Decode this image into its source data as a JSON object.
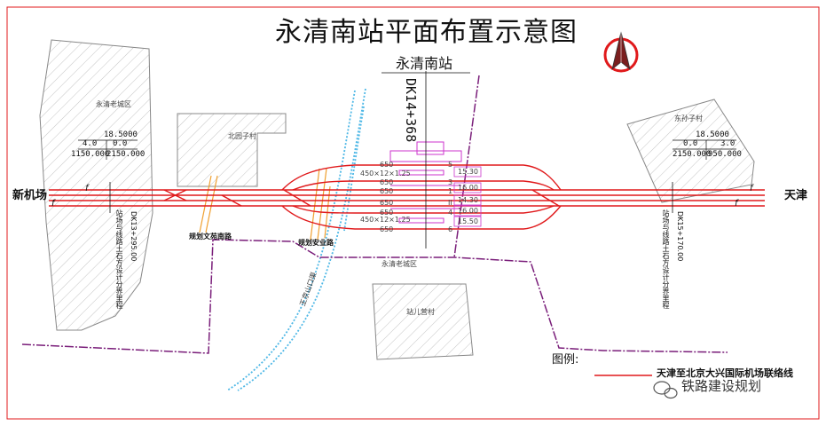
{
  "title": "永清南站平面布置示意图",
  "station": {
    "name": "永清南站",
    "mileage": "DK14+368"
  },
  "areas": {
    "old_town": "永清老城区",
    "beichen": "北园子村",
    "dongxinzhuang": "东孙子村",
    "zhanerying": "站儿营村",
    "old_town_boundary": "永清老城区"
  },
  "ends": {
    "left": "新机场",
    "right": "天津"
  },
  "left_table": {
    "top": "18.5000",
    "mid": [
      "4.0",
      "0.0"
    ],
    "bottom": [
      "1150.000",
      "2150.000"
    ]
  },
  "right_table": {
    "top": "18.5000",
    "mid": [
      "0.0",
      "3.0"
    ],
    "bottom": [
      "2150.000",
      "950.000"
    ]
  },
  "track_marks": [
    "f",
    "f",
    "f",
    "f"
  ],
  "platforms": {
    "left_lengths": [
      "650",
      "650",
      "650",
      "650",
      "650",
      "650"
    ],
    "platform_desc": [
      "450×12×1.25",
      "450×12×1.25"
    ],
    "track_numbers": [
      "5",
      "3",
      "1",
      "II",
      "4",
      "6"
    ],
    "right_values": [
      "15.30",
      "16.00",
      "14.30",
      "16.00",
      "15.50"
    ]
  },
  "roads": {
    "road1": "规划文苑南路",
    "road2": "规划安业路"
  },
  "river": "王京山口渠",
  "left_boundary": {
    "desc": "站场与线路土石方设计分界里程",
    "mileage": "DK13+295.00"
  },
  "right_boundary": {
    "desc": "站场与线路土石方设计分界里程",
    "mileage": "DK15+170.00"
  },
  "legend": {
    "title": "图例:",
    "line_text": "天津至北京大兴国际机场联络线"
  },
  "watermark": "铁路建设规划",
  "colors": {
    "track": "#e0191b",
    "platform": "#cc33cc",
    "boundary": "#7a1e7a",
    "river": "#4fb8e6",
    "road": "#f0a030"
  }
}
